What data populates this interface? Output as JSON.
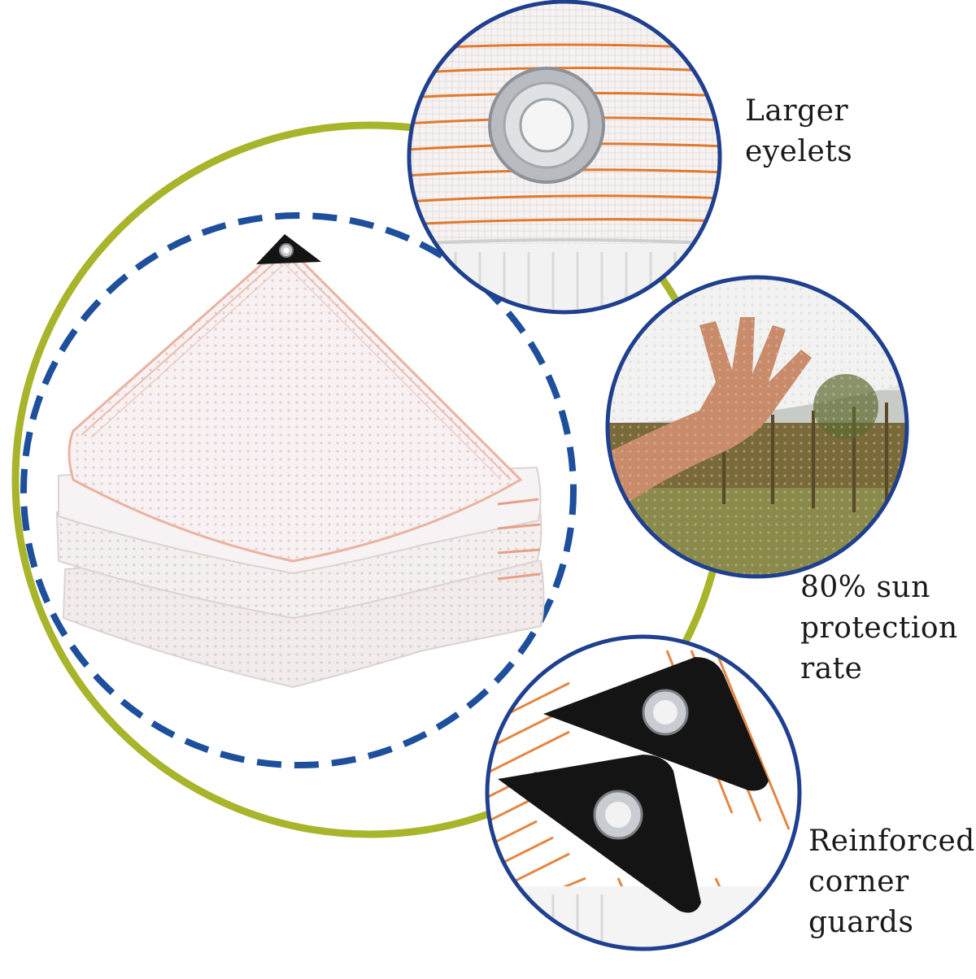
{
  "colors": {
    "outer_ring": "#a8b52a",
    "dashed_ring": "#1d4f9c",
    "detail_ring": "#1f3f8f",
    "stripe": "#e07a2e",
    "net": "#f2e8ea",
    "net_edge": "#e9b39f",
    "grommet": "#c9ccd0",
    "corner_guard": "#141414",
    "grass": "#7a6a3a",
    "skin": "#c98b69"
  },
  "features": {
    "eyelets": {
      "line1": "Larger",
      "line2": "eyelets"
    },
    "sun": {
      "line1": "80% sun",
      "line2": "protection",
      "line3": "rate"
    },
    "corner": {
      "line1": "Reinforced",
      "line2": "corner",
      "line3": "guards"
    }
  }
}
